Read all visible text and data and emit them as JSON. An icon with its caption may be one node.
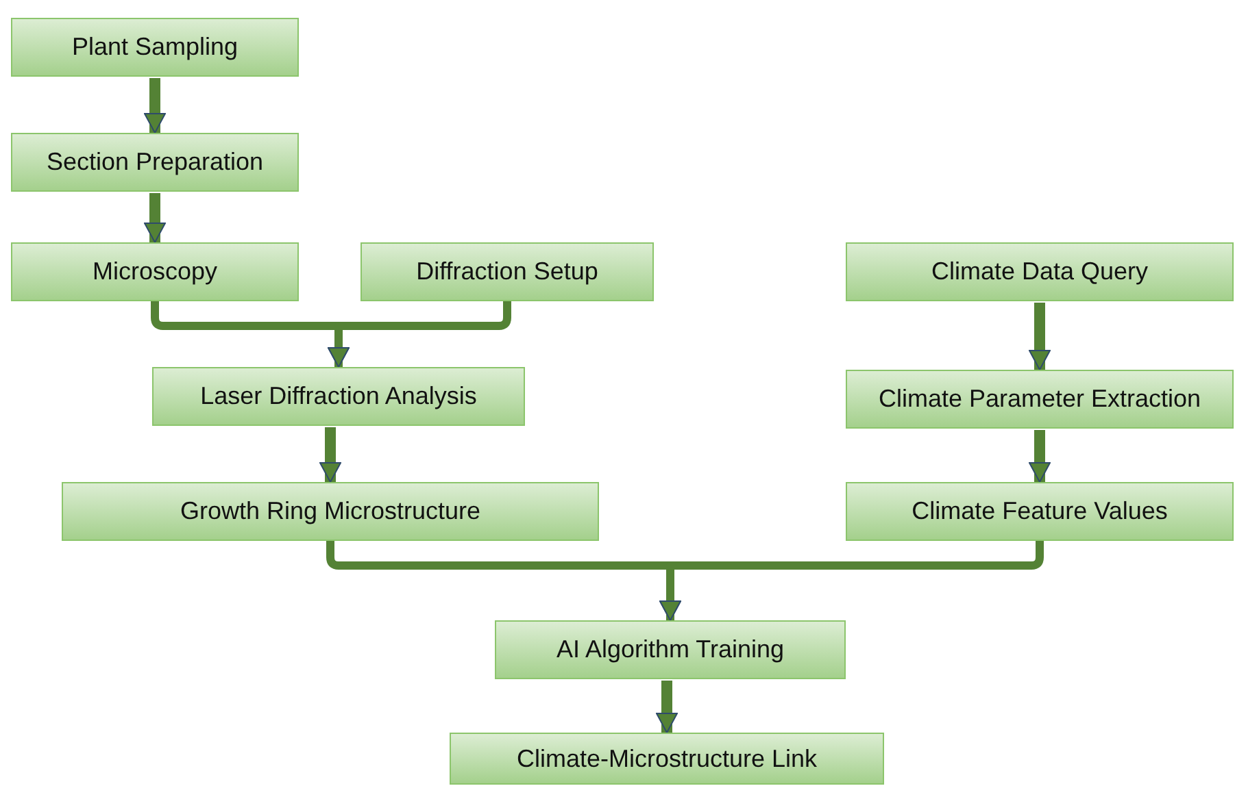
{
  "diagram": {
    "nodes": [
      {
        "text": [
          "Plant Sampling"
        ]
      },
      {
        "text": [
          "Section Preparation"
        ]
      },
      {
        "text": [
          "Microscopy"
        ]
      },
      {
        "text": [
          "Diffraction Setup"
        ]
      },
      {
        "text": [
          "Climate Data Query"
        ]
      },
      {
        "text": [
          "Laser Diffraction Analysis"
        ]
      },
      {
        "text": [
          "Climate Parameter Extraction"
        ]
      },
      {
        "text": [
          "Growth Ring Microstructure"
        ]
      },
      {
        "text": [
          "Climate Feature Values"
        ]
      },
      {
        "text": [
          "AI Algorithm Training"
        ]
      },
      {
        "text": [
          "Climate-Microstructure Link"
        ]
      }
    ],
    "edges": [
      {
        "from": 0,
        "to": 1,
        "arrow": "to"
      },
      {
        "from": 1,
        "to": 2,
        "arrow": "to"
      },
      {
        "from": 2,
        "to": 5,
        "arrow": "to"
      },
      {
        "from": 3,
        "to": 5,
        "arrow": "to"
      },
      {
        "from": 4,
        "to": 6,
        "arrow": "to"
      },
      {
        "from": 6,
        "to": 8,
        "arrow": "to"
      },
      {
        "from": 5,
        "to": 7,
        "arrow": "to"
      },
      {
        "from": 7,
        "to": 9,
        "arrow": "to"
      },
      {
        "from": 8,
        "to": 9,
        "arrow": "to"
      },
      {
        "from": 9,
        "to": 10,
        "arrow": "to"
      }
    ]
  }
}
